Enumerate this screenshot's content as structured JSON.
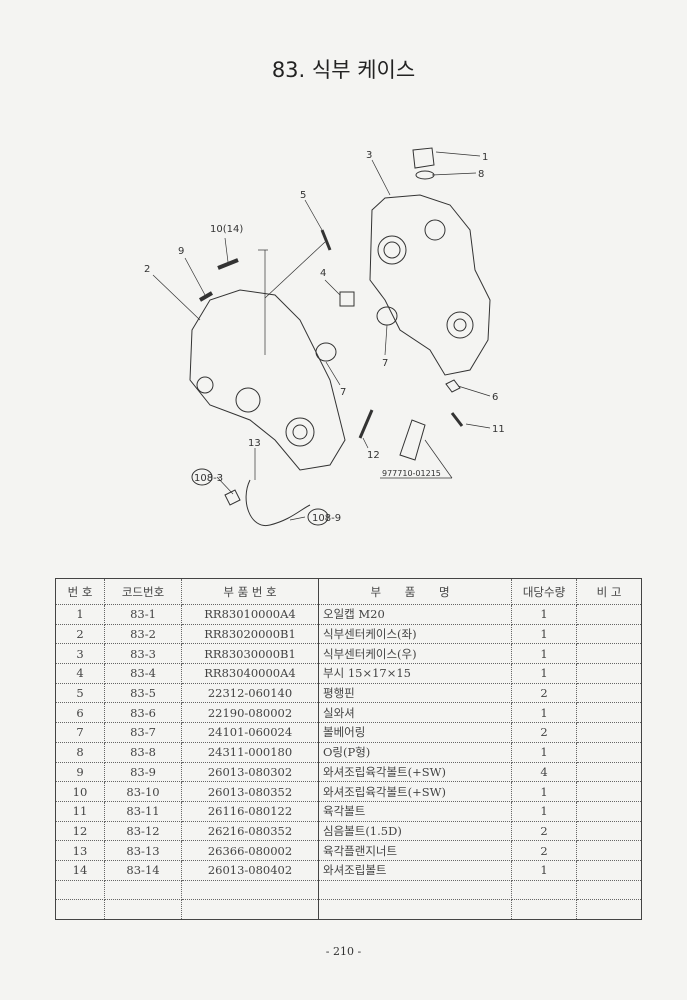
{
  "title": "83. 식부 케이스",
  "diagram": {
    "callouts": [
      "1",
      "8",
      "3",
      "5",
      "10(14)",
      "9",
      "2",
      "4",
      "7",
      "7",
      "6",
      "11",
      "12",
      "13",
      "108-3",
      "108-9"
    ],
    "tool_part_number": "977710-01215"
  },
  "table": {
    "headers": [
      "번 호",
      "코드번호",
      "부 품 번 호",
      "부 품 명",
      "대당수량",
      "비 고"
    ],
    "rows": [
      [
        "1",
        "83-1",
        "RR83010000A4",
        "오일캡 M20",
        "1",
        ""
      ],
      [
        "2",
        "83-2",
        "RR83020000B1",
        "식부센터케이스(좌)",
        "1",
        ""
      ],
      [
        "3",
        "83-3",
        "RR83030000B1",
        "식부센터케이스(우)",
        "1",
        ""
      ],
      [
        "4",
        "83-4",
        "RR83040000A4",
        "부시 15×17×15",
        "1",
        ""
      ],
      [
        "5",
        "83-5",
        "22312-060140",
        "평행핀",
        "2",
        ""
      ],
      [
        "6",
        "83-6",
        "22190-080002",
        "실와셔",
        "1",
        ""
      ],
      [
        "7",
        "83-7",
        "24101-060024",
        "볼베어링",
        "2",
        ""
      ],
      [
        "8",
        "83-8",
        "24311-000180",
        "O링(P형)",
        "1",
        ""
      ],
      [
        "9",
        "83-9",
        "26013-080302",
        "와셔조립육각볼트(+SW)",
        "4",
        ""
      ],
      [
        "10",
        "83-10",
        "26013-080352",
        "와셔조립육각볼트(+SW)",
        "1",
        ""
      ],
      [
        "11",
        "83-11",
        "26116-080122",
        "육각볼트",
        "1",
        ""
      ],
      [
        "12",
        "83-12",
        "26216-080352",
        "심음볼트(1.5D)",
        "2",
        ""
      ],
      [
        "13",
        "83-13",
        "26366-080002",
        "육각플랜지너트",
        "2",
        ""
      ],
      [
        "14",
        "83-14",
        "26013-080402",
        "와셔조립볼트",
        "1",
        ""
      ],
      [
        "",
        "",
        "",
        "",
        "",
        ""
      ],
      [
        "",
        "",
        "",
        "",
        "",
        ""
      ]
    ]
  },
  "page_number": "- 210 -"
}
